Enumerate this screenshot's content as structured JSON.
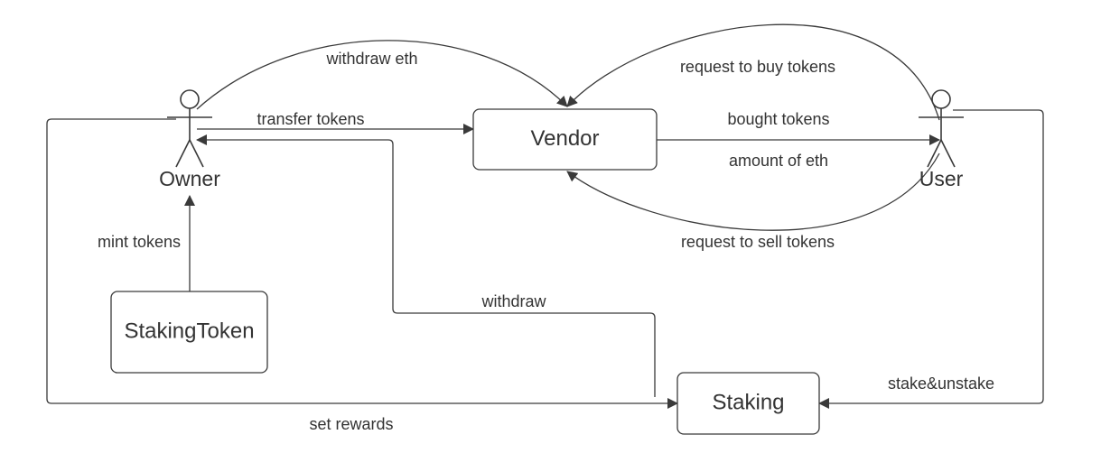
{
  "colors": {
    "line": "#3a3a3a",
    "text": "#333333",
    "background": "#ffffff"
  },
  "actors": {
    "owner": {
      "label": "Owner"
    },
    "user": {
      "label": "User"
    }
  },
  "nodes": {
    "vendor": {
      "label": "Vendor"
    },
    "staking_token": {
      "label": "StakingToken"
    },
    "staking": {
      "label": "Staking"
    }
  },
  "edges": {
    "withdraw_eth": "withdraw eth",
    "transfer_tokens": "transfer tokens",
    "request_to_buy_tokens": "request to buy tokens",
    "bought_tokens": "bought tokens",
    "amount_of_eth": "amount of eth",
    "request_to_sell_tokens": "request to sell tokens",
    "mint_tokens": "mint tokens",
    "withdraw": "withdraw",
    "stake_unstake": "stake&unstake",
    "set_rewards": "set rewards"
  }
}
